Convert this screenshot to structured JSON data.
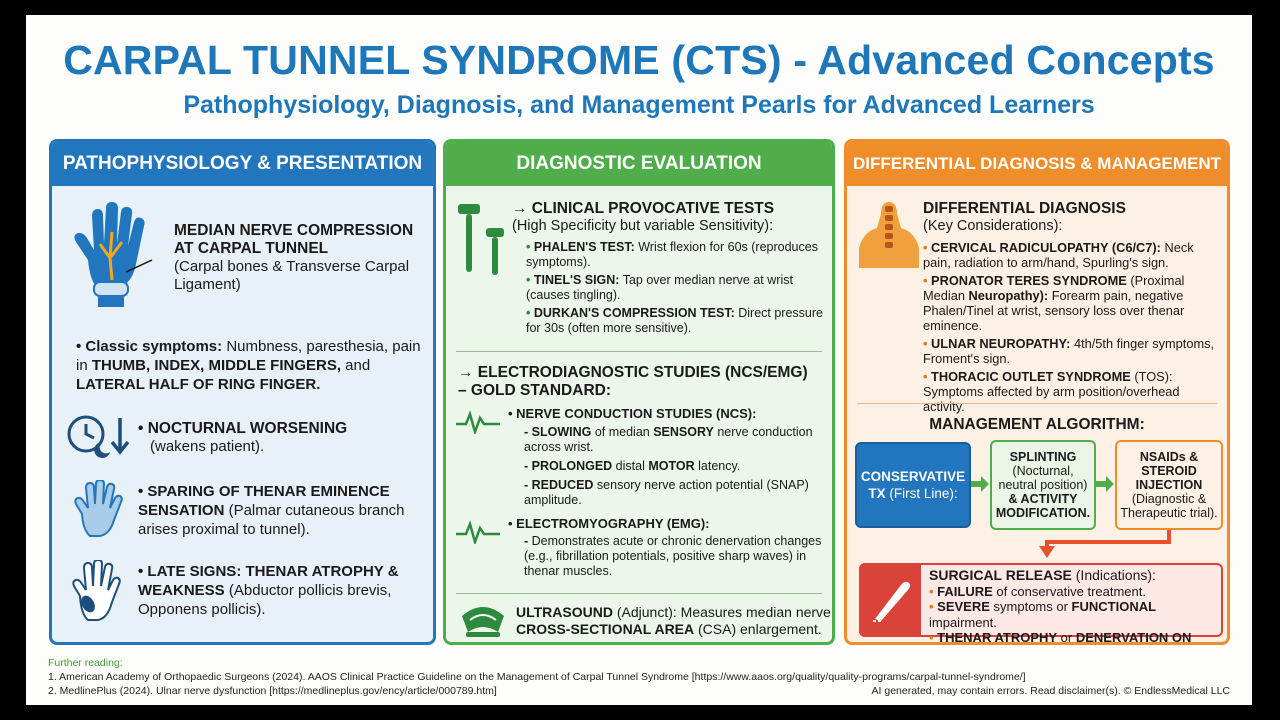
{
  "header": {
    "title": "CARPAL TUNNEL SYNDROME (CTS) - Advanced Concepts",
    "subtitle": "Pathophysiology, Diagnosis, and Management Pearls for Advanced Learners"
  },
  "panel1": {
    "heading": "PATHOPHYSIOLOGY & PRESENTATION",
    "median_bold": "MEDIAN NERVE COMPRESSION AT CARPAL TUNNEL",
    "median_sub": "(Carpal bones & Transverse Carpal Ligament)",
    "classic_bold": "Classic symptoms:",
    "classic_text": " Numbness, paresthesia, pain in ",
    "classic_bold2": "THUMB, INDEX, MIDDLE FINGERS,",
    "classic_text2": " and ",
    "classic_bold3": "LATERAL HALF OF RING FINGER.",
    "nocturnal_bold": "NOCTURNAL WORSENING",
    "nocturnal_text": "(wakens patient).",
    "sparing_bold": "SPARING OF THENAR EMINENCE SENSATION",
    "sparing_text": " (Palmar cutaneous branch arises proximal to tunnel).",
    "late_bold": "LATE SIGNS: THENAR ATROPHY & WEAKNESS",
    "late_text": " (Abductor pollicis brevis, Opponens pollicis)."
  },
  "panel2": {
    "heading": "DIAGNOSTIC EVALUATION",
    "clinical_title": "→ CLINICAL PROVOCATIVE TESTS",
    "clinical_sub": "(High Specificity but variable Sensitivity):",
    "tests": [
      {
        "name": "PHALEN'S TEST:",
        "text": " Wrist flexion for 60s (reproduces symptoms)."
      },
      {
        "name": "TINEL'S SIGN:",
        "text": " Tap over median nerve at wrist (causes tingling)."
      },
      {
        "name": "DURKAN'S COMPRESSION TEST:",
        "text": " Direct pressure for 30s (often more sensitive)."
      }
    ],
    "electro_title": "→ ELECTRODIAGNOSTIC STUDIES (NCS/EMG) – GOLD STANDARD:",
    "ncs_title": "• NERVE CONDUCTION STUDIES (NCS):",
    "ncs_items": [
      {
        "b1": "SLOWING",
        "t1": " of median ",
        "b2": "SENSORY",
        "t2": " nerve conduction across wrist."
      },
      {
        "b1": "PROLONGED",
        "t1": " distal ",
        "b2": "MOTOR",
        "t2": " latency."
      },
      {
        "b1": "REDUCED",
        "t1": " sensory nerve action potential (SNAP) amplitude.",
        "b2": "",
        "t2": ""
      }
    ],
    "emg_title": "• ELECTROMYOGRAPHY (EMG):",
    "emg_text": "Demonstrates acute or chronic denervation changes (e.g., fibrillation potentials, positive sharp waves) in thenar muscles.",
    "us_bold": "ULTRASOUND",
    "us_text": " (Adjunct): Measures median nerve ",
    "us_bold2": "CROSS-SECTIONAL AREA",
    "us_text2": " (CSA) enlargement."
  },
  "panel3": {
    "heading": "DIFFERENTIAL DIAGNOSIS & MANAGEMENT",
    "dd_title": "DIFFERENTIAL DIAGNOSIS",
    "dd_sub": "(Key Considerations):",
    "dd_items": [
      {
        "b": "CERVICAL RADICULOPATHY (C6/C7):",
        "t": " Neck pain, radiation to arm/hand, Spurling's sign."
      },
      {
        "b": "PRONATOR TERES SYNDROME",
        "t": " (Proximal Median ",
        "b2": "Neuropathy):",
        "t2": " Forearm pain, negative Phalen/Tinel at wrist, sensory loss over thenar eminence."
      },
      {
        "b": "ULNAR NEUROPATHY:",
        "t": " 4th/5th finger symptoms, Froment's sign."
      },
      {
        "b": "THORACIC OUTLET SYNDROME",
        "t": " (TOS): Symptoms affected by arm position/overhead activity."
      }
    ],
    "mgmt_title": "MANAGEMENT ALGORITHM:",
    "conservative_b": "CONSERVATIVE TX",
    "conservative_t": " (First Line):",
    "splint_b": "SPLINTING",
    "splint_t": "(Nocturnal, neutral position)",
    "splint_b2": "& ACTIVITY MODIFICATION.",
    "nsaid_b": "NSAIDs & STEROID INJECTION",
    "nsaid_t": "(Diagnostic & Therapeutic trial).",
    "surg_title_b": "SURGICAL RELEASE",
    "surg_title_t": " (Indications):",
    "surg_items": [
      {
        "b": "FAILURE",
        "t": " of conservative treatment.",
        "b2": "",
        "t2": ""
      },
      {
        "b": "SEVERE",
        "t": " symptoms or ",
        "b2": "FUNCTIONAL",
        "t2": " impairment."
      },
      {
        "b": "THENAR ATROPHY",
        "t": " or ",
        "b2": "DENERVATION ON EMG.",
        "t2": ""
      }
    ]
  },
  "footer": {
    "further": "Further reading:",
    "ref1": "1. American Academy of Orthopaedic Surgeons (2024). AAOS Clinical Practice Guideline on the Management of Carpal Tunnel Syndrome [https://www.aaos.org/quality/quality-programs/carpal-tunnel-syndrome/]",
    "ref2": "2. MedlinePlus (2024). Ulnar nerve dysfunction [https://medlineplus.gov/ency/article/000789.htm]",
    "disclaimer": "AI generated, may contain errors. Read disclaimer(s). © EndlessMedical LLC"
  }
}
